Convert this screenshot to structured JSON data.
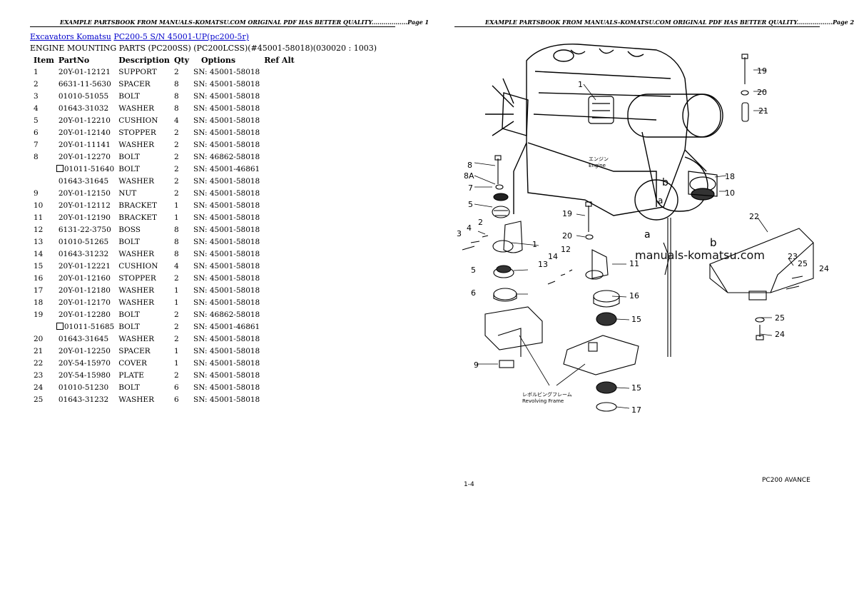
{
  "header": {
    "left_text": "EXAMPLE PARTSBOOK FROM MANUALS-KOMATSU.COM ORIGINAL PDF HAS BETTER QUALITY..................Page 1",
    "right_text": "EXAMPLE PARTSBOOK FROM MANUALS-KOMATSU.COM ORIGINAL PDF HAS BETTER QUALITY..................Page 2"
  },
  "breadcrumb": {
    "link1": "Excavators Komatsu",
    "link2": "PC200-5 S/N 45001-UP(pc200-5r)"
  },
  "subtitle": "ENGINE MOUNTING PARTS (PC200SS) (PC200LCSS)(#45001-58018)(030020 : 1003)",
  "table": {
    "headers": {
      "item": "Item",
      "partno": "PartNo",
      "description": "Description",
      "qty": "Qty",
      "options": "Options",
      "refalt": "Ref Alt"
    },
    "rows": [
      {
        "item": "1",
        "partno": "20Y-01-12121",
        "desc": "SUPPORT",
        "qty": "2",
        "options": "SN: 45001-58018",
        "alt": false
      },
      {
        "item": "2",
        "partno": "6631-11-5630",
        "desc": "SPACER",
        "qty": "8",
        "options": "SN: 45001-58018",
        "alt": false
      },
      {
        "item": "3",
        "partno": "01010-51055",
        "desc": "BOLT",
        "qty": "8",
        "options": "SN: 45001-58018",
        "alt": false
      },
      {
        "item": "4",
        "partno": "01643-31032",
        "desc": "WASHER",
        "qty": "8",
        "options": "SN: 45001-58018",
        "alt": false
      },
      {
        "item": "5",
        "partno": "20Y-01-12210",
        "desc": "CUSHION",
        "qty": "4",
        "options": "SN: 45001-58018",
        "alt": false
      },
      {
        "item": "6",
        "partno": "20Y-01-12140",
        "desc": "STOPPER",
        "qty": "2",
        "options": "SN: 45001-58018",
        "alt": false
      },
      {
        "item": "7",
        "partno": "20Y-01-11141",
        "desc": "WASHER",
        "qty": "2",
        "options": "SN: 45001-58018",
        "alt": false
      },
      {
        "item": "8",
        "partno": "20Y-01-12270",
        "desc": "BOLT",
        "qty": "2",
        "options": "SN: 46862-58018",
        "alt": false
      },
      {
        "item": "",
        "partno": "01011-51640",
        "desc": "BOLT",
        "qty": "2",
        "options": "SN: 45001-46861",
        "alt": true
      },
      {
        "item": "",
        "partno": "01643-31645",
        "desc": "WASHER",
        "qty": "2",
        "options": "SN: 45001-58018",
        "alt": false
      },
      {
        "item": "9",
        "partno": "20Y-01-12150",
        "desc": "NUT",
        "qty": "2",
        "options": "SN: 45001-58018",
        "alt": false
      },
      {
        "item": "10",
        "partno": "20Y-01-12112",
        "desc": "BRACKET",
        "qty": "1",
        "options": "SN: 45001-58018",
        "alt": false
      },
      {
        "item": "11",
        "partno": "20Y-01-12190",
        "desc": "BRACKET",
        "qty": "1",
        "options": "SN: 45001-58018",
        "alt": false
      },
      {
        "item": "12",
        "partno": "6131-22-3750",
        "desc": "BOSS",
        "qty": "8",
        "options": "SN: 45001-58018",
        "alt": false
      },
      {
        "item": "13",
        "partno": "01010-51265",
        "desc": "BOLT",
        "qty": "8",
        "options": "SN: 45001-58018",
        "alt": false
      },
      {
        "item": "14",
        "partno": "01643-31232",
        "desc": "WASHER",
        "qty": "8",
        "options": "SN: 45001-58018",
        "alt": false
      },
      {
        "item": "15",
        "partno": "20Y-01-12221",
        "desc": "CUSHION",
        "qty": "4",
        "options": "SN: 45001-58018",
        "alt": false
      },
      {
        "item": "16",
        "partno": "20Y-01-12160",
        "desc": "STOPPER",
        "qty": "2",
        "options": "SN: 45001-58018",
        "alt": false
      },
      {
        "item": "17",
        "partno": "20Y-01-12180",
        "desc": "WASHER",
        "qty": "1",
        "options": "SN: 45001-58018",
        "alt": false
      },
      {
        "item": "18",
        "partno": "20Y-01-12170",
        "desc": "WASHER",
        "qty": "1",
        "options": "SN: 45001-58018",
        "alt": false
      },
      {
        "item": "19",
        "partno": "20Y-01-12280",
        "desc": "BOLT",
        "qty": "2",
        "options": "SN: 46862-58018",
        "alt": false
      },
      {
        "item": "",
        "partno": "01011-51685",
        "desc": "BOLT",
        "qty": "2",
        "options": "SN: 45001-46861",
        "alt": true
      },
      {
        "item": "20",
        "partno": "01643-31645",
        "desc": "WASHER",
        "qty": "2",
        "options": "SN: 45001-58018",
        "alt": false
      },
      {
        "item": "21",
        "partno": "20Y-01-12250",
        "desc": "SPACER",
        "qty": "1",
        "options": "SN: 45001-58018",
        "alt": false
      },
      {
        "item": "22",
        "partno": "20Y-54-15970",
        "desc": "COVER",
        "qty": "1",
        "options": "SN: 45001-58018",
        "alt": false
      },
      {
        "item": "23",
        "partno": "20Y-54-15980",
        "desc": "PLATE",
        "qty": "2",
        "options": "SN: 45001-58018",
        "alt": false
      },
      {
        "item": "24",
        "partno": "01010-51230",
        "desc": "BOLT",
        "qty": "6",
        "options": "SN: 45001-58018",
        "alt": false
      },
      {
        "item": "25",
        "partno": "01643-31232",
        "desc": "WASHER",
        "qty": "6",
        "options": "SN: 45001-58018",
        "alt": false
      }
    ]
  },
  "diagram": {
    "watermark": "manuals-komatsu.com",
    "engine_label_jp": "エンジン",
    "engine_label": "Engine",
    "frame_label_jp": "レボルビングフレーム",
    "frame_label": "Revolving Frame",
    "callouts": [
      "1",
      "2",
      "3",
      "4",
      "5",
      "6",
      "7",
      "8",
      "8A",
      "9",
      "10",
      "11",
      "13",
      "14",
      "15",
      "16",
      "17",
      "18",
      "19",
      "20",
      "21",
      "22",
      "23",
      "24",
      "25",
      "a",
      "b"
    ]
  },
  "footer": {
    "page_code": "1-4",
    "model": "PC200 AVANCE"
  }
}
